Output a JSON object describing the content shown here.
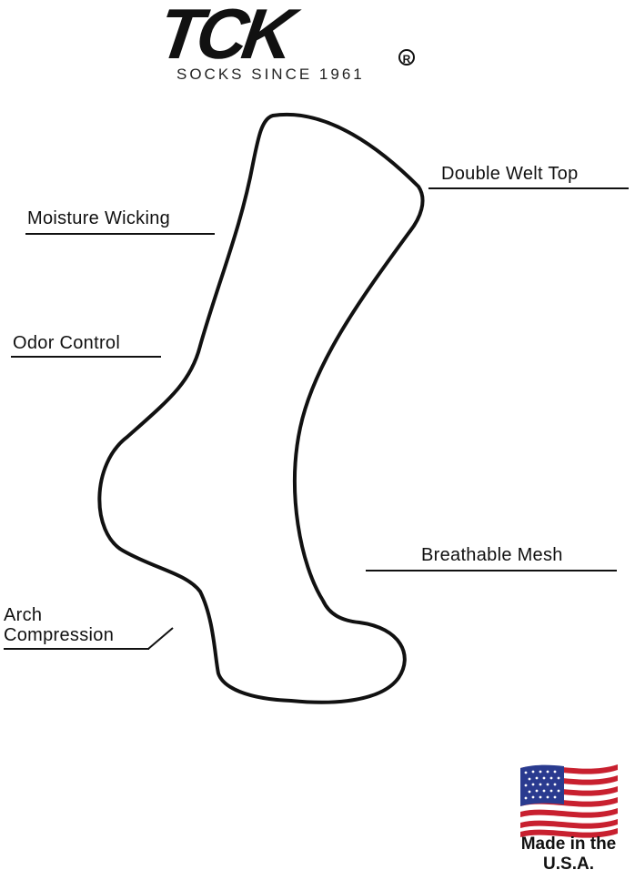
{
  "brand": {
    "name": "TCK",
    "registered_mark": "R",
    "tagline": "SOCKS SINCE 1961"
  },
  "features": {
    "double_welt_top": "Double Welt Top",
    "moisture_wicking": "Moisture Wicking",
    "odor_control": "Odor Control",
    "breathable_mesh": "Breathable Mesh",
    "arch_compression_line1": "Arch",
    "arch_compression_line2": "Compression"
  },
  "origin": {
    "line1": "Made in the",
    "line2": "U.S.A."
  },
  "colors": {
    "flag_red": "#c8202f",
    "flag_blue": "#2a3b8f",
    "outline": "#111111"
  },
  "icons": {
    "flag": "us-flag-icon",
    "sock": "sock-outline-icon"
  }
}
